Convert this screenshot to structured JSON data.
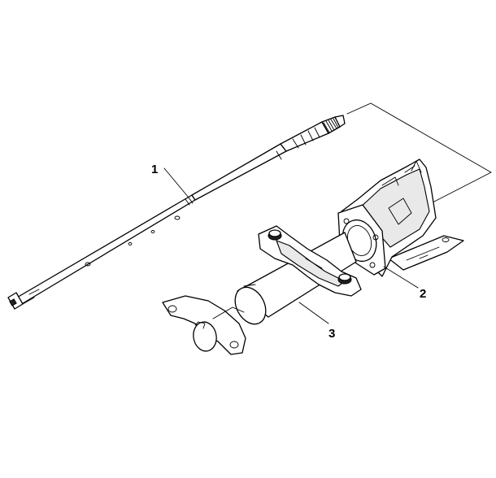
{
  "callouts": [
    {
      "id": "1"
    },
    {
      "id": "2"
    },
    {
      "id": "3"
    }
  ]
}
